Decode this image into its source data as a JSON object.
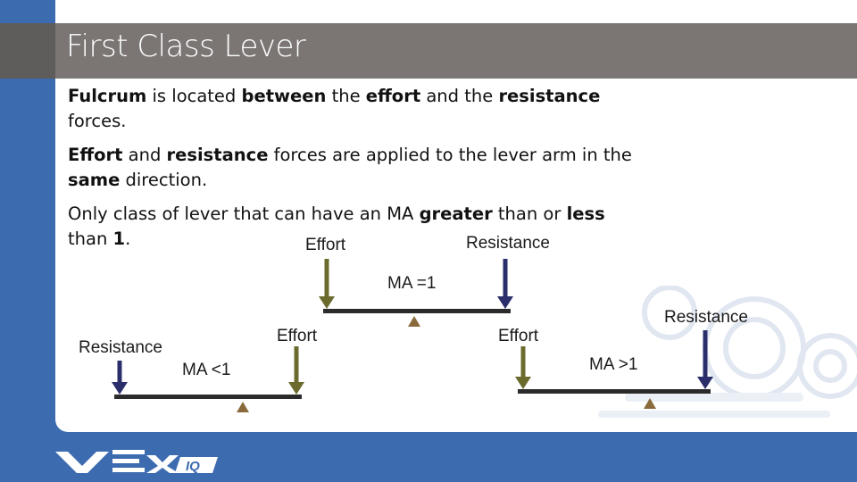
{
  "slide": {
    "title": "First Class Lever",
    "bullets": [
      {
        "parts": [
          {
            "t": "Fulcrum",
            "b": true
          },
          {
            "t": " is located ",
            "b": false
          },
          {
            "t": "between",
            "b": true
          },
          {
            "t": " the ",
            "b": false
          },
          {
            "t": "effort",
            "b": true
          },
          {
            "t": " and the ",
            "b": false
          },
          {
            "t": "resistance",
            "b": true
          },
          {
            "t": " forces.",
            "b": false
          }
        ]
      },
      {
        "parts": [
          {
            "t": "Effort",
            "b": true
          },
          {
            "t": " and ",
            "b": false
          },
          {
            "t": "resistance",
            "b": true
          },
          {
            "t": " forces are applied to the lever arm in the ",
            "b": false
          },
          {
            "t": "same",
            "b": true
          },
          {
            "t": " direction.",
            "b": false
          }
        ]
      },
      {
        "parts": [
          {
            "t": "Only class of lever that can have an MA ",
            "b": false
          },
          {
            "t": "greater",
            "b": true
          },
          {
            "t": " than or ",
            "b": false
          },
          {
            "t": "less",
            "b": true
          },
          {
            "t": " than ",
            "b": false
          },
          {
            "t": "1",
            "b": true
          },
          {
            "t": ".",
            "b": false
          }
        ]
      }
    ]
  },
  "diagrams": {
    "equal": {
      "effort_label": "Effort",
      "resistance_label": "Resistance",
      "ma_label": "MA =1"
    },
    "less": {
      "effort_label": "Effort",
      "resistance_label": "Resistance",
      "ma_label": "MA <1"
    },
    "greater": {
      "effort_label": "Effort",
      "resistance_label": "Resistance",
      "ma_label": "MA >1"
    }
  },
  "colors": {
    "effort_arrow": "#6b6b2e",
    "resistance_arrow": "#2a2f6b",
    "fulcrum": "#8a6a3a",
    "lever": "#2b2b2b",
    "title_bar": "#7b7674",
    "frame_blue": "#3c6bb0"
  },
  "logo": {
    "brand": "VEX",
    "sub": "IQ"
  }
}
